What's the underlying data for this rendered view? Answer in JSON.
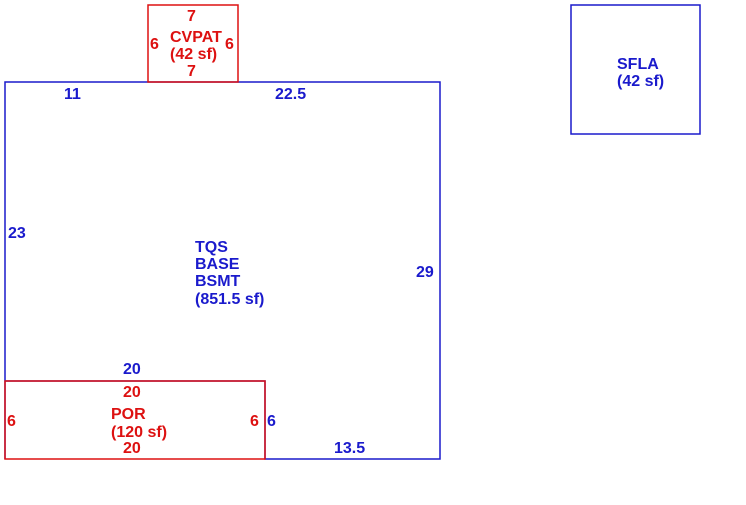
{
  "colors": {
    "main_outline": "#1a1acc",
    "attached_outline": "#dd1111"
  },
  "areas": {
    "main": {
      "lines": [
        "TQS",
        "BASE",
        "BSMT"
      ],
      "area": "(851.5 sf)",
      "dims": {
        "top_left": "11",
        "top_right": "22.5",
        "left": "23",
        "right": "29",
        "inner_top": "20",
        "inner_right": "6",
        "bottom": "13.5"
      }
    },
    "covered_patio": {
      "name": "CVPAT",
      "area": "(42 sf)",
      "dims": {
        "top": "7",
        "bottom": "7",
        "left": "6",
        "right": "6"
      }
    },
    "porch": {
      "name": "POR",
      "area": "(120 sf)",
      "dims": {
        "top": "20",
        "bottom": "20",
        "left": "6",
        "right": "6"
      }
    },
    "summary": {
      "name": "SFLA",
      "area": "(42 sf)"
    }
  }
}
